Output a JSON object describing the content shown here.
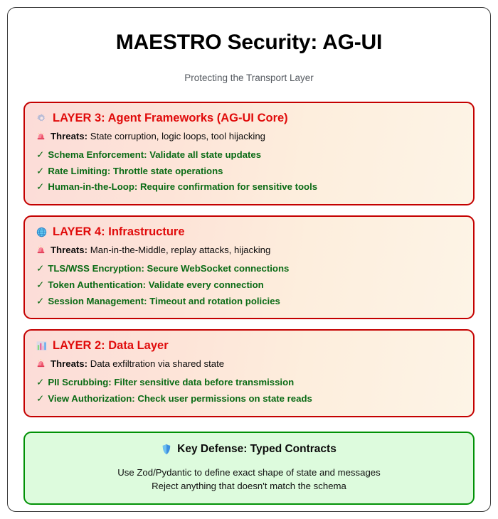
{
  "header": {
    "title": "MAESTRO Security: AG-UI",
    "subtitle": "Protecting the Transport Layer"
  },
  "layers": [
    {
      "icon": "gear-icon",
      "title": "LAYER 3: Agent Frameworks (AG-UI Core)",
      "threats_label": "Threats:",
      "threats_icon": "siren-icon",
      "threats": "State corruption, logic loops, tool hijacking",
      "check_glyph": "✓",
      "controls": [
        "Schema Enforcement: Validate all state updates",
        "Rate Limiting: Throttle state operations",
        "Human-in-the-Loop: Require confirmation for sensitive tools"
      ]
    },
    {
      "icon": "globe-icon",
      "title": "LAYER 4: Infrastructure",
      "threats_label": "Threats:",
      "threats_icon": "siren-icon",
      "threats": "Man-in-the-Middle, replay attacks, hijacking",
      "check_glyph": "✓",
      "controls": [
        "TLS/WSS Encryption: Secure WebSocket connections",
        "Token Authentication: Validate every connection",
        "Session Management: Timeout and rotation policies"
      ]
    },
    {
      "icon": "bar-chart-icon",
      "title": "LAYER 2: Data Layer",
      "threats_label": "Threats:",
      "threats_icon": "siren-icon",
      "threats": "Data exfiltration via shared state",
      "check_glyph": "✓",
      "controls": [
        "PII Scrubbing: Filter sensitive data before transmission",
        "View Authorization: Check user permissions on state reads"
      ]
    }
  ],
  "defense": {
    "icon": "shield-icon",
    "title": "Key Defense: Typed Contracts",
    "line1": "Use Zod/Pydantic to define exact shape of state and messages",
    "line2": "Reject anything that doesn't match the schema"
  },
  "colors": {
    "layer_border": "#c40000",
    "layer_title": "#e00b0b",
    "control_green": "#0a6b15",
    "defense_border": "#009105",
    "defense_bg": "#ddfbdd",
    "subtitle": "#555a60",
    "outer_border": "#3a3a3a"
  }
}
